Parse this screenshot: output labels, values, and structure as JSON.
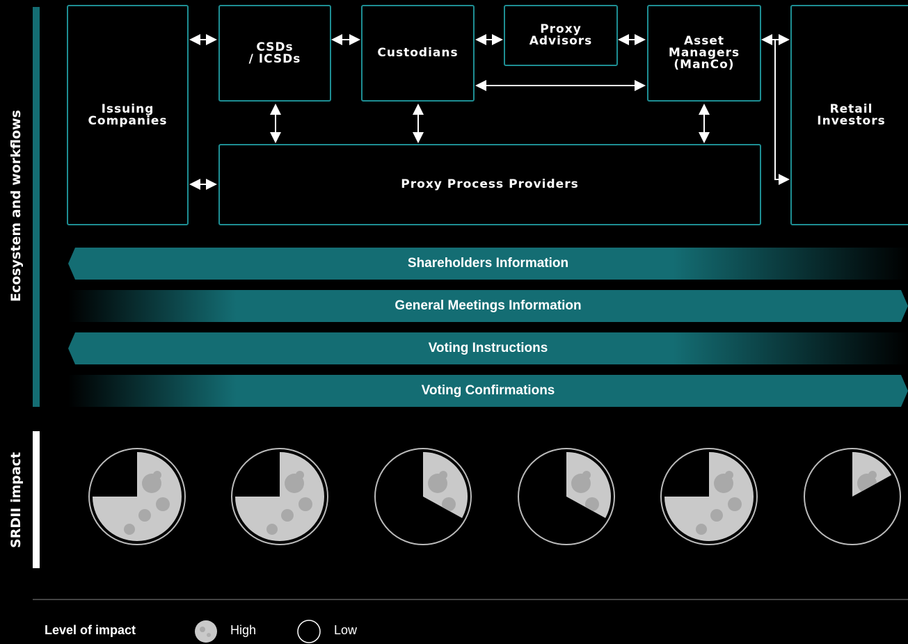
{
  "section_labels": {
    "ecosystem": "Ecosystem and workflows",
    "impact": "SRDII impact"
  },
  "boxes": {
    "issuing": "Issuing\nCompanies",
    "csds": "CSDs\n/ ICSDs",
    "custodians": "Custodians",
    "proxy_advisors": "Proxy\nAdvisors",
    "asset_managers": "Asset\nManagers\n(ManCo)",
    "retail": "Retail\nInvestors",
    "proxy_process": "Proxy Process Providers"
  },
  "flows": [
    {
      "label": "Shareholders Information",
      "direction": "left"
    },
    {
      "label": "General Meetings Information",
      "direction": "right"
    },
    {
      "label": "Voting Instructions",
      "direction": "left"
    },
    {
      "label": "Voting Confirmations",
      "direction": "right"
    }
  ],
  "impact_levels": [
    {
      "actor": "Issuing Companies",
      "fill_fraction": 0.75
    },
    {
      "actor": "CSDs / ICSDs",
      "fill_fraction": 0.75
    },
    {
      "actor": "Custodians",
      "fill_fraction": 0.33
    },
    {
      "actor": "Proxy Advisors",
      "fill_fraction": 0.33
    },
    {
      "actor": "Asset Managers (ManCo)",
      "fill_fraction": 0.75
    },
    {
      "actor": "Retail Investors",
      "fill_fraction": 0.17
    }
  ],
  "legend": {
    "title": "Level of impact",
    "high": "High",
    "low": "Low"
  },
  "colors": {
    "teal": "#1e8e93",
    "flow": "#146d73",
    "moon": "#c9c9c9"
  }
}
